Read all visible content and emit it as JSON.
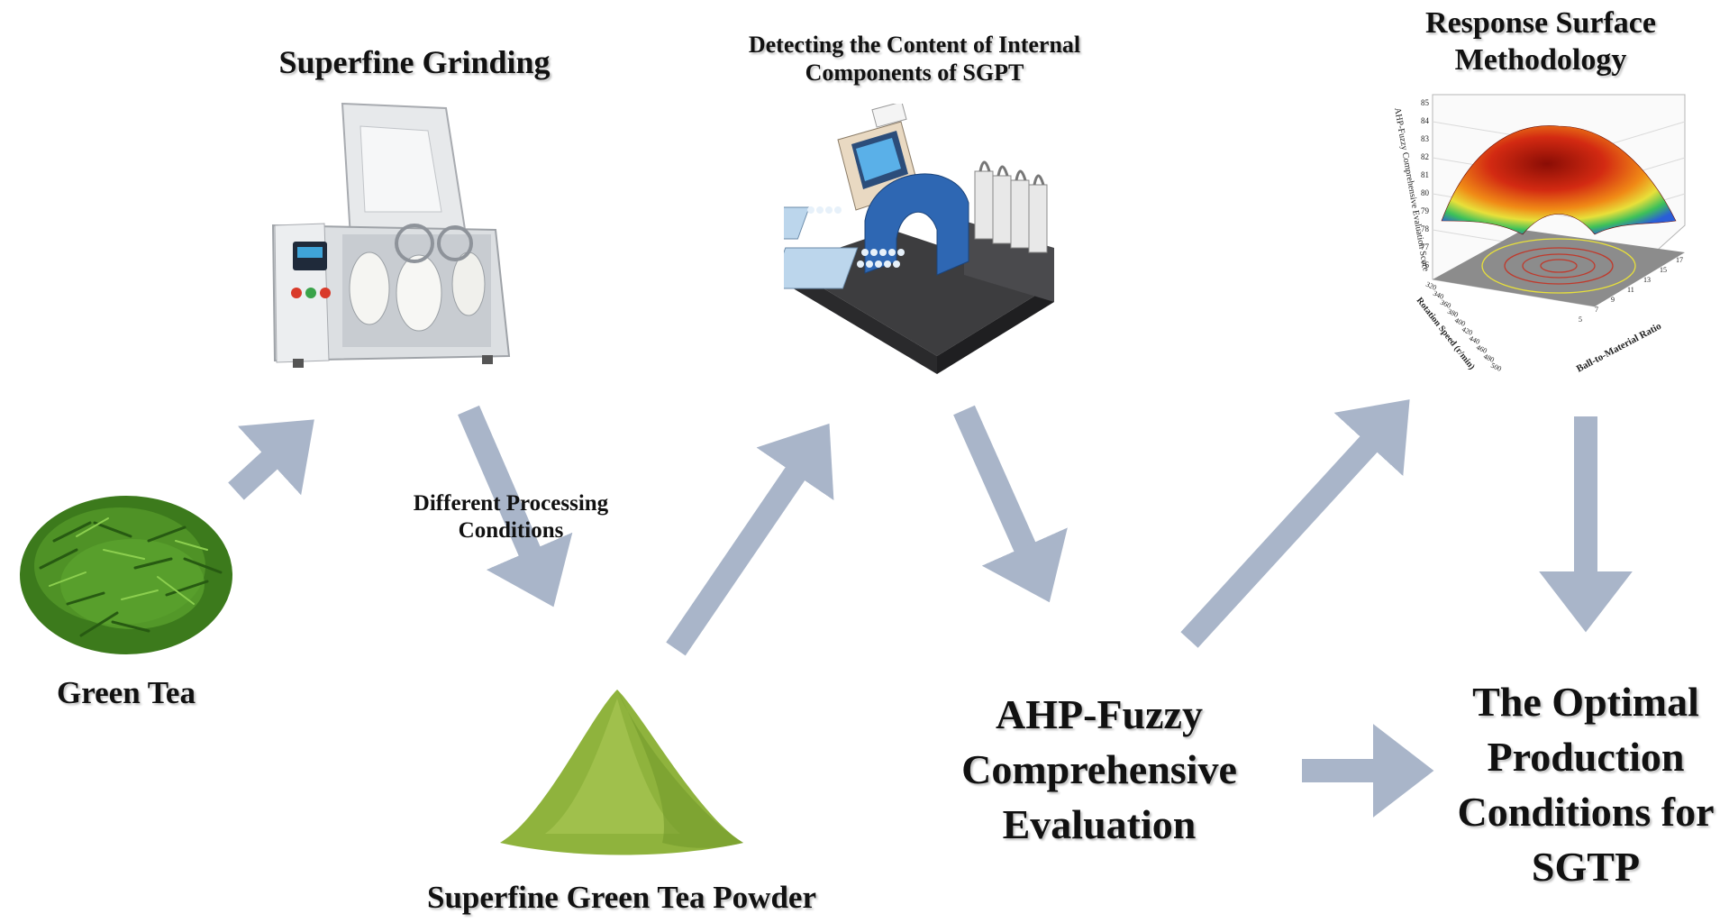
{
  "labels": {
    "green_tea": "Green Tea",
    "superfine_grinding": "Superfine Grinding",
    "different_processing": "Different Processing Conditions",
    "powder": "Superfine Green Tea Powder",
    "detecting": "Detecting the Content of Internal Components of SGPT",
    "rsm": "Response Surface Methodology",
    "ahp": "AHP-Fuzzy Comprehensive Evaluation",
    "optimal": "The Optimal Production Conditions for SGTP"
  },
  "rsm_plot": {
    "z_label": "AHP-Fuzzy Comprehensive Evaluation Score",
    "x_label": "Rotation Speed (r/min)",
    "y_label": "Ball-to-Material Ratio",
    "z_ticks": [
      "85",
      "84",
      "83",
      "82",
      "81",
      "80",
      "79",
      "78",
      "77",
      "76"
    ],
    "x_ticks": [
      "320",
      "340",
      "360",
      "380",
      "400",
      "420",
      "440",
      "460",
      "480",
      "500"
    ],
    "y_ticks": [
      "17",
      "15",
      "13",
      "11",
      "9",
      "7",
      "5"
    ]
  },
  "colors": {
    "arrow": "#a9b5c9",
    "tea_green": "#3f7a1e",
    "powder_green": "#8fb33d",
    "surface_red": "#d32a12"
  }
}
